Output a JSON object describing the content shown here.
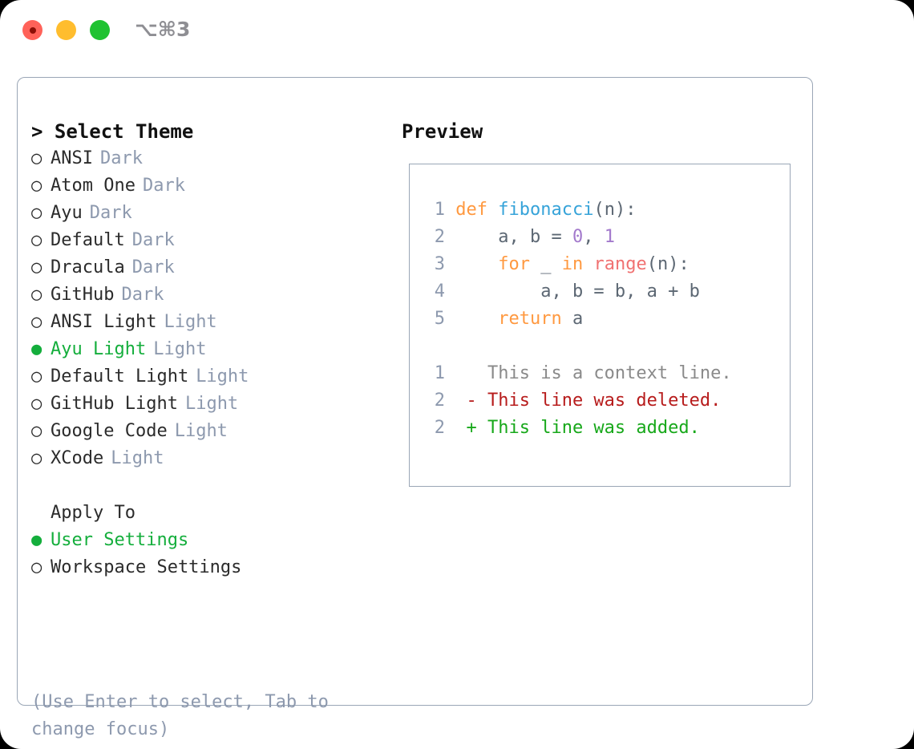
{
  "window": {
    "shortcut": "⌥⌘3",
    "traffic_lights": [
      "close",
      "minimize",
      "zoom"
    ]
  },
  "theme_selector": {
    "header": "> Select Theme",
    "options": [
      {
        "bullet": "○",
        "label": "ANSI",
        "tag": "Dark",
        "selected": false
      },
      {
        "bullet": "○",
        "label": "Atom One",
        "tag": "Dark",
        "selected": false
      },
      {
        "bullet": "○",
        "label": "Ayu",
        "tag": "Dark",
        "selected": false
      },
      {
        "bullet": "○",
        "label": "Default",
        "tag": "Dark",
        "selected": false
      },
      {
        "bullet": "○",
        "label": "Dracula",
        "tag": "Dark",
        "selected": false
      },
      {
        "bullet": "○",
        "label": "GitHub",
        "tag": "Dark",
        "selected": false
      },
      {
        "bullet": "○",
        "label": "ANSI Light",
        "tag": "Light",
        "selected": false
      },
      {
        "bullet": "●",
        "label": "Ayu Light",
        "tag": "Light",
        "selected": true
      },
      {
        "bullet": "○",
        "label": "Default Light",
        "tag": "Light",
        "selected": false
      },
      {
        "bullet": "○",
        "label": "GitHub Light",
        "tag": "Light",
        "selected": false
      },
      {
        "bullet": "○",
        "label": "Google Code",
        "tag": "Light",
        "selected": false
      },
      {
        "bullet": "○",
        "label": "XCode",
        "tag": "Light",
        "selected": false
      }
    ]
  },
  "apply_to": {
    "header": "Apply To",
    "options": [
      {
        "bullet": "●",
        "label": "User Settings",
        "selected": true
      },
      {
        "bullet": "○",
        "label": "Workspace Settings",
        "selected": false
      }
    ]
  },
  "hint": "(Use Enter to select, Tab to change focus)",
  "preview": {
    "title": "Preview",
    "code_lines": [
      {
        "number": "1",
        "tokens": [
          {
            "t": "def",
            "c": "tok-kw"
          },
          {
            "t": " ",
            "c": "tok-punc"
          },
          {
            "t": "fibonacci",
            "c": "tok-fn"
          },
          {
            "t": "(n):",
            "c": "tok-punc"
          }
        ]
      },
      {
        "number": "2",
        "tokens": [
          {
            "t": "    a, b = ",
            "c": "tok-var"
          },
          {
            "t": "0",
            "c": "tok-num"
          },
          {
            "t": ", ",
            "c": "tok-punc"
          },
          {
            "t": "1",
            "c": "tok-num"
          }
        ]
      },
      {
        "number": "3",
        "tokens": [
          {
            "t": "    ",
            "c": "tok-punc"
          },
          {
            "t": "for",
            "c": "tok-kw"
          },
          {
            "t": " _ ",
            "c": "tok-var"
          },
          {
            "t": "in",
            "c": "tok-kw"
          },
          {
            "t": " ",
            "c": "tok-punc"
          },
          {
            "t": "range",
            "c": "tok-bi"
          },
          {
            "t": "(n):",
            "c": "tok-punc"
          }
        ]
      },
      {
        "number": "4",
        "tokens": [
          {
            "t": "        a, b = b, a + b",
            "c": "tok-var"
          }
        ]
      },
      {
        "number": "5",
        "tokens": [
          {
            "t": "    ",
            "c": "tok-punc"
          },
          {
            "t": "return",
            "c": "tok-kw"
          },
          {
            "t": " a",
            "c": "tok-var"
          }
        ]
      }
    ],
    "diff_lines": [
      {
        "number": "1",
        "marker": "  ",
        "text": "This is a context line.",
        "kind": "diff-ctx"
      },
      {
        "number": "2",
        "marker": "- ",
        "text": "This line was deleted.",
        "kind": "diff-del"
      },
      {
        "number": "2",
        "marker": "+ ",
        "text": "This line was added.",
        "kind": "diff-add"
      }
    ]
  },
  "colors": {
    "accent_selected": "#14ae3c",
    "tag_gray": "#8d99ae",
    "border": "#9aa6b6",
    "syntax_keyword": "#ff9940",
    "syntax_function": "#36a3d9",
    "syntax_number": "#a37acc",
    "syntax_builtin": "#f07171",
    "diff_deleted": "#b71c1c",
    "diff_added": "#17a81a",
    "traffic_red": "#ff6259",
    "traffic_yellow": "#ffbd2e",
    "traffic_green": "#1fc231"
  }
}
